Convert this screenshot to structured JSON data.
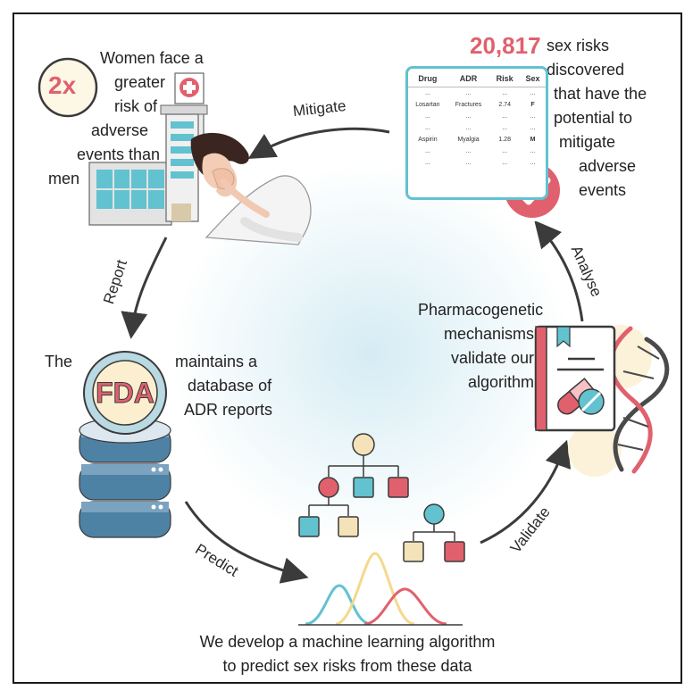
{
  "top_left_text": {
    "badge": "2x",
    "lines": [
      "Women face a",
      "greater",
      "risk of",
      "adverse",
      "events than",
      "men"
    ]
  },
  "top_right_text": {
    "count": "20,817",
    "lines": [
      "sex risks",
      "discovered",
      "that have the",
      "potential to",
      "mitigate",
      "adverse",
      "events"
    ]
  },
  "table": {
    "headers": [
      "Drug",
      "ADR",
      "Risk",
      "Sex"
    ],
    "rows": [
      [
        "...",
        "...",
        "...",
        "..."
      ],
      [
        "Losartan",
        "Fractures",
        "2.74",
        "F"
      ],
      [
        "...",
        "...",
        "...",
        "..."
      ],
      [
        "...",
        "...",
        "...",
        "..."
      ],
      [
        "Aspirin",
        "Myalgia",
        "1.28",
        "M"
      ],
      [
        "...",
        "...",
        "...",
        "..."
      ],
      [
        "...",
        "...",
        "...",
        "..."
      ]
    ]
  },
  "fda": {
    "logo": "FDA",
    "left_word": "The",
    "lines": [
      "maintains a",
      "database of",
      "ADR reports"
    ]
  },
  "pharma_text": [
    "Pharmacogenetic",
    "mechanisms",
    "validate our",
    "algorithm"
  ],
  "bottom_text": [
    "We develop a machine learning algorithm",
    "to predict sex risks from these data"
  ],
  "cycle_labels": {
    "mitigate": "Mitigate",
    "report": "Report",
    "predict": "Predict",
    "validate": "Validate",
    "analyse": "Analyse"
  },
  "colors": {
    "accent_red": "#e0616d",
    "teal": "#62c2cf",
    "sand": "#f4e2b8",
    "arrow": "#3b3b3b"
  }
}
